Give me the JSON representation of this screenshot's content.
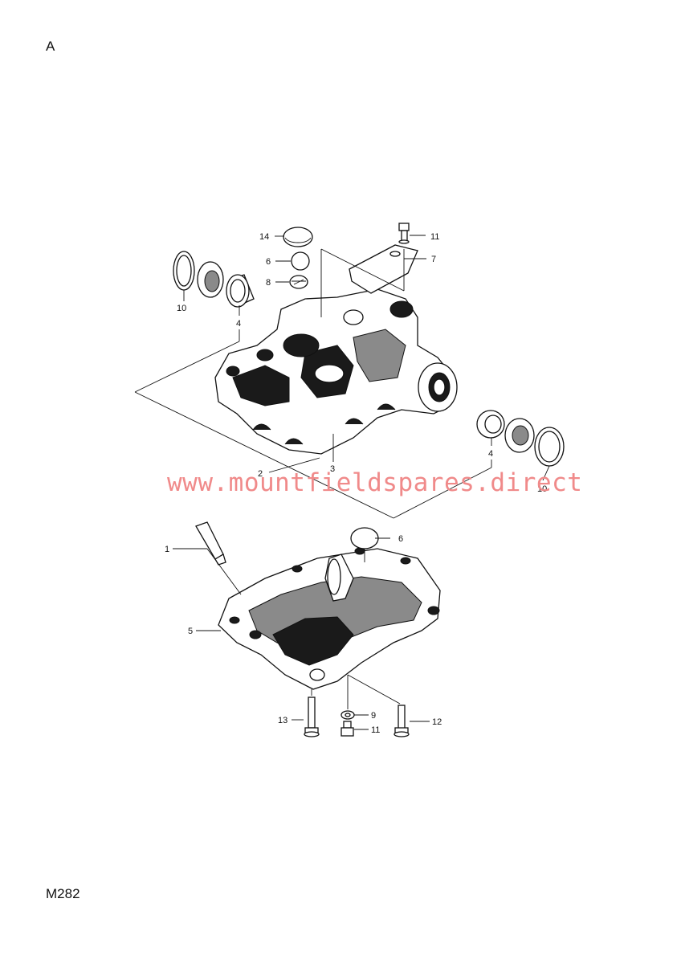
{
  "page": {
    "letter": "A",
    "code": "M282"
  },
  "watermark": "www.mountfieldspares.direct",
  "callouts": [
    {
      "id": "c14",
      "label": "14"
    },
    {
      "id": "c11a",
      "label": "11"
    },
    {
      "id": "c6a",
      "label": "6"
    },
    {
      "id": "c7",
      "label": "7"
    },
    {
      "id": "c8",
      "label": "8"
    },
    {
      "id": "c10a",
      "label": "10"
    },
    {
      "id": "c4a",
      "label": "4"
    },
    {
      "id": "c3",
      "label": "3"
    },
    {
      "id": "c2",
      "label": "2"
    },
    {
      "id": "c4b",
      "label": "4"
    },
    {
      "id": "c10b",
      "label": "10"
    },
    {
      "id": "c1",
      "label": "1"
    },
    {
      "id": "c6b",
      "label": "6"
    },
    {
      "id": "c5",
      "label": "5"
    },
    {
      "id": "c13",
      "label": "13"
    },
    {
      "id": "c9",
      "label": "9"
    },
    {
      "id": "c11b",
      "label": "11"
    },
    {
      "id": "c12",
      "label": "12"
    }
  ]
}
